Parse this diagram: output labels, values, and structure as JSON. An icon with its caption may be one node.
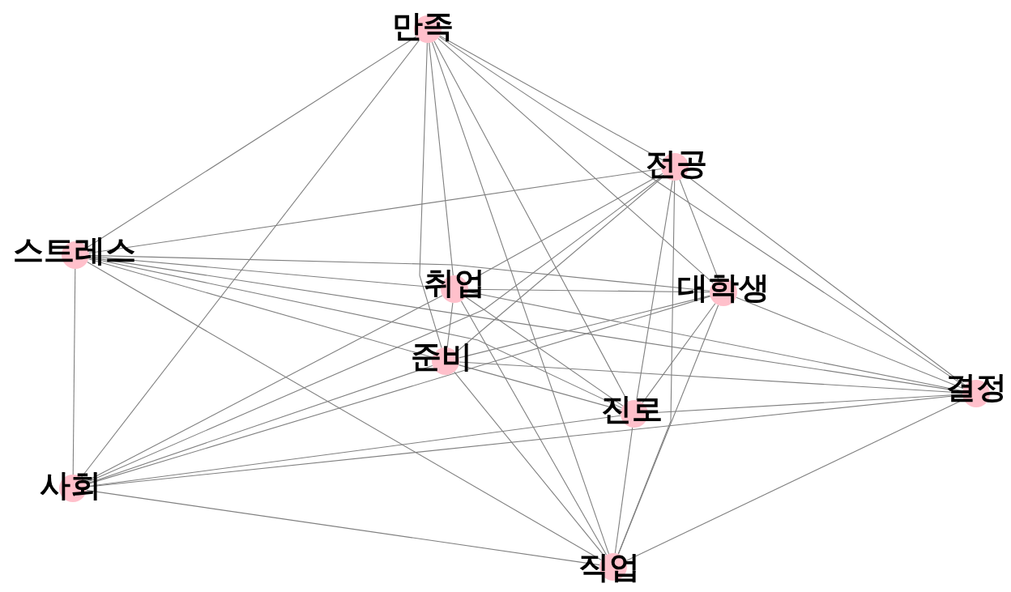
{
  "diagram": {
    "nodes": [
      {
        "text": [
          "만족"
        ]
      },
      {
        "text": [
          "전공"
        ]
      },
      {
        "text": [
          "스트레스"
        ]
      },
      {
        "text": [
          "취업"
        ]
      },
      {
        "text": [
          "대학생"
        ]
      },
      {
        "text": [
          "준비"
        ]
      },
      {
        "text": [
          "결정"
        ]
      },
      {
        "text": [
          "진로"
        ]
      },
      {
        "text": [
          "사회"
        ]
      },
      {
        "text": [
          "직업"
        ]
      }
    ],
    "edges": [
      {
        "from": 0,
        "to": 1,
        "arrow": "none"
      },
      {
        "from": 0,
        "to": 2,
        "arrow": "none"
      },
      {
        "from": 0,
        "to": 3,
        "arrow": "none"
      },
      {
        "from": 0,
        "to": 4,
        "arrow": "none"
      },
      {
        "from": 0,
        "to": 5,
        "arrow": "none"
      },
      {
        "from": 0,
        "to": 6,
        "arrow": "none"
      },
      {
        "from": 0,
        "to": 7,
        "arrow": "none"
      },
      {
        "from": 0,
        "to": 8,
        "arrow": "none"
      },
      {
        "from": 0,
        "to": 9,
        "arrow": "none"
      },
      {
        "from": 1,
        "to": 2,
        "arrow": "none"
      },
      {
        "from": 1,
        "to": 3,
        "arrow": "none"
      },
      {
        "from": 1,
        "to": 4,
        "arrow": "none"
      },
      {
        "from": 1,
        "to": 5,
        "arrow": "none"
      },
      {
        "from": 1,
        "to": 6,
        "arrow": "none"
      },
      {
        "from": 1,
        "to": 7,
        "arrow": "none"
      },
      {
        "from": 1,
        "to": 8,
        "arrow": "none"
      },
      {
        "from": 1,
        "to": 9,
        "arrow": "none"
      },
      {
        "from": 2,
        "to": 3,
        "arrow": "none"
      },
      {
        "from": 2,
        "to": 4,
        "arrow": "none"
      },
      {
        "from": 2,
        "to": 5,
        "arrow": "none"
      },
      {
        "from": 2,
        "to": 6,
        "arrow": "none"
      },
      {
        "from": 2,
        "to": 7,
        "arrow": "none"
      },
      {
        "from": 2,
        "to": 8,
        "arrow": "none"
      },
      {
        "from": 2,
        "to": 9,
        "arrow": "none"
      },
      {
        "from": 3,
        "to": 4,
        "arrow": "none"
      },
      {
        "from": 3,
        "to": 5,
        "arrow": "none"
      },
      {
        "from": 3,
        "to": 6,
        "arrow": "none"
      },
      {
        "from": 3,
        "to": 7,
        "arrow": "none"
      },
      {
        "from": 3,
        "to": 8,
        "arrow": "none"
      },
      {
        "from": 3,
        "to": 9,
        "arrow": "none"
      },
      {
        "from": 4,
        "to": 5,
        "arrow": "none"
      },
      {
        "from": 4,
        "to": 6,
        "arrow": "none"
      },
      {
        "from": 4,
        "to": 7,
        "arrow": "none"
      },
      {
        "from": 4,
        "to": 8,
        "arrow": "none"
      },
      {
        "from": 4,
        "to": 9,
        "arrow": "none"
      },
      {
        "from": 5,
        "to": 6,
        "arrow": "none"
      },
      {
        "from": 5,
        "to": 7,
        "arrow": "none"
      },
      {
        "from": 5,
        "to": 8,
        "arrow": "none"
      },
      {
        "from": 5,
        "to": 9,
        "arrow": "none"
      },
      {
        "from": 6,
        "to": 7,
        "arrow": "none"
      },
      {
        "from": 6,
        "to": 8,
        "arrow": "none"
      },
      {
        "from": 6,
        "to": 9,
        "arrow": "none"
      },
      {
        "from": 7,
        "to": 8,
        "arrow": "none"
      },
      {
        "from": 7,
        "to": 9,
        "arrow": "none"
      },
      {
        "from": 8,
        "to": 9,
        "arrow": "none"
      }
    ]
  }
}
